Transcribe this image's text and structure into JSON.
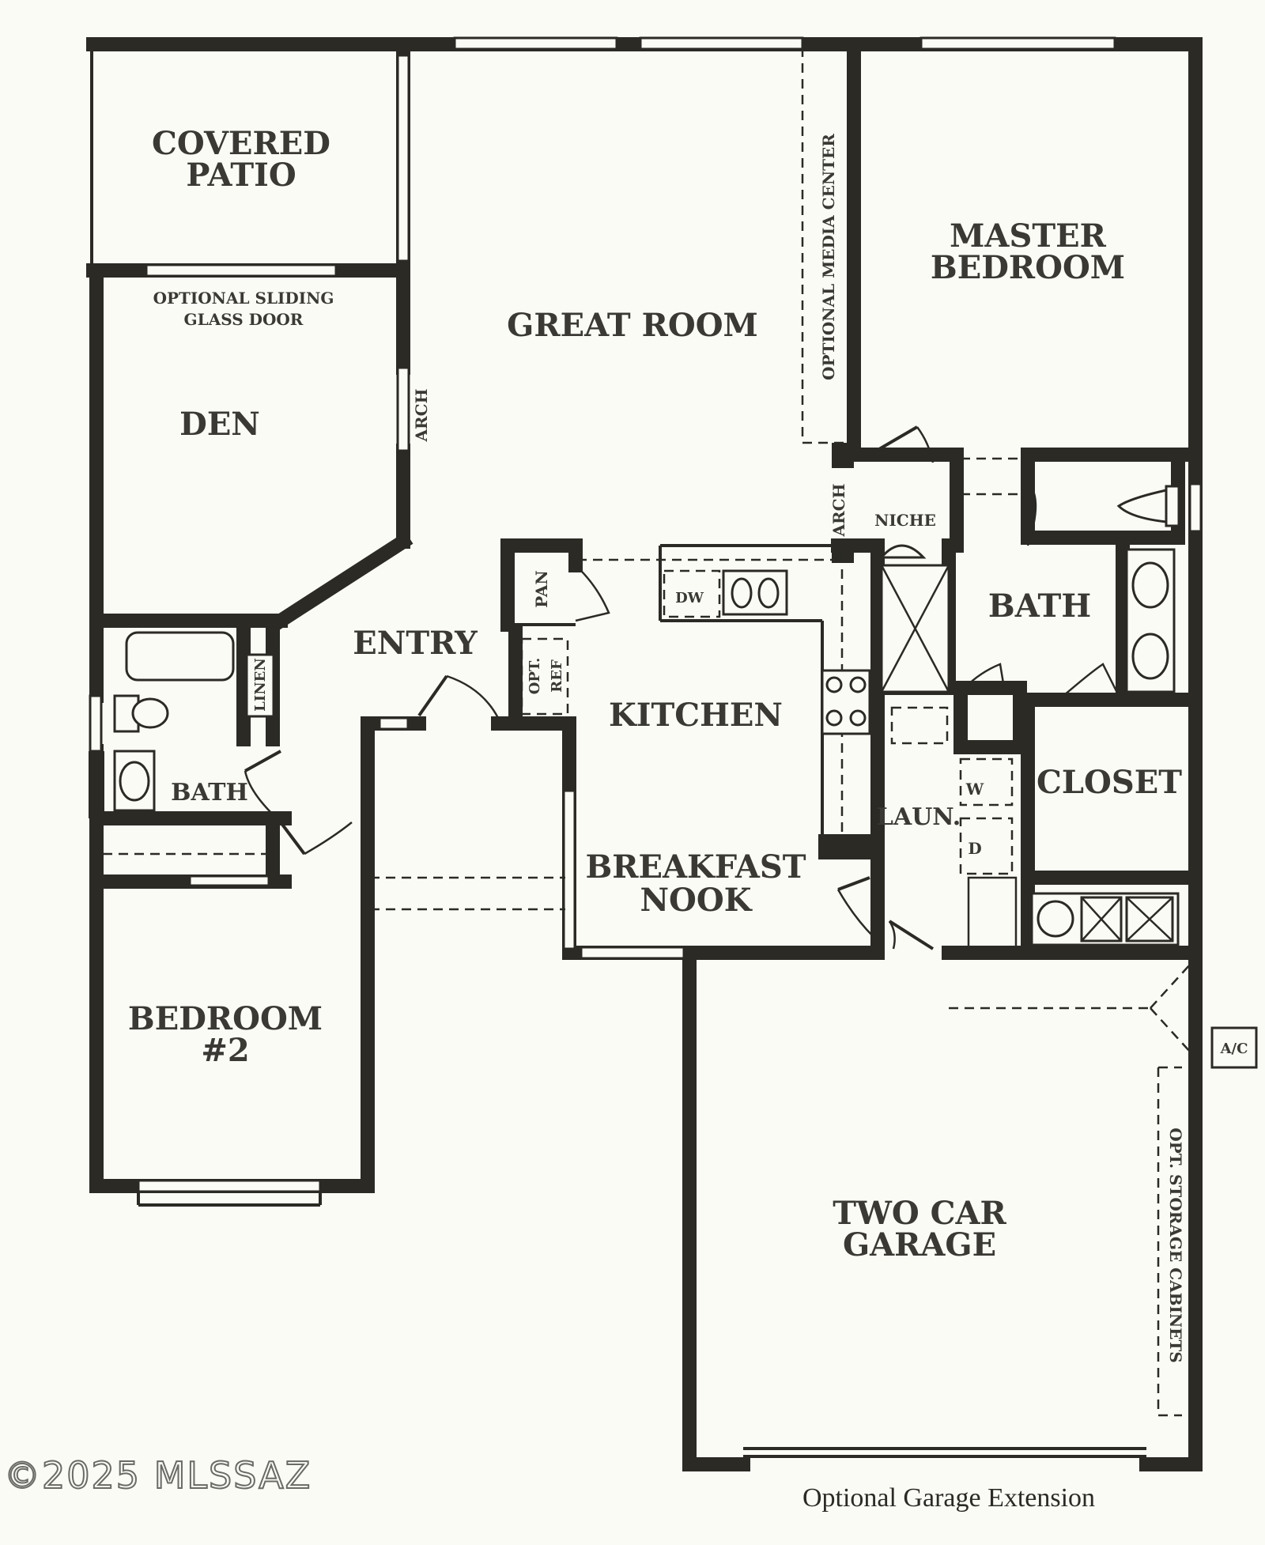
{
  "rooms": {
    "covered_patio": [
      "COVERED",
      "PATIO"
    ],
    "optional_sliding_glass_door": [
      "OPTIONAL SLIDING",
      "GLASS DOOR"
    ],
    "den": "DEN",
    "great_room": "GREAT ROOM",
    "optional_media_center": "OPTIONAL MEDIA CENTER",
    "master_bedroom": [
      "MASTER",
      "BEDROOM"
    ],
    "arch": "ARCH",
    "niche": "NICHE",
    "master_bath": "BATH",
    "entry": "ENTRY",
    "pantry": "PAN",
    "dishwasher": "DW",
    "optional_refrigerator": [
      "OPT.",
      "REF"
    ],
    "kitchen": "KITCHEN",
    "linen": "LINEN",
    "hall_bath": "BATH",
    "laundry": "LAUN.",
    "washer": "W",
    "dryer": "D",
    "closet": "CLOSET",
    "breakfast_nook": [
      "BREAKFAST",
      "NOOK"
    ],
    "bedroom_2": [
      "BEDROOM",
      "#2"
    ],
    "ac": "A/C",
    "two_car_garage": [
      "TWO CAR",
      "GARAGE"
    ],
    "opt_storage_cabinets": "OPT. STORAGE CABINETS"
  },
  "notes": {
    "garage_extension": "Optional Garage Extension",
    "watermark": "©2025 MLSSAZ"
  }
}
